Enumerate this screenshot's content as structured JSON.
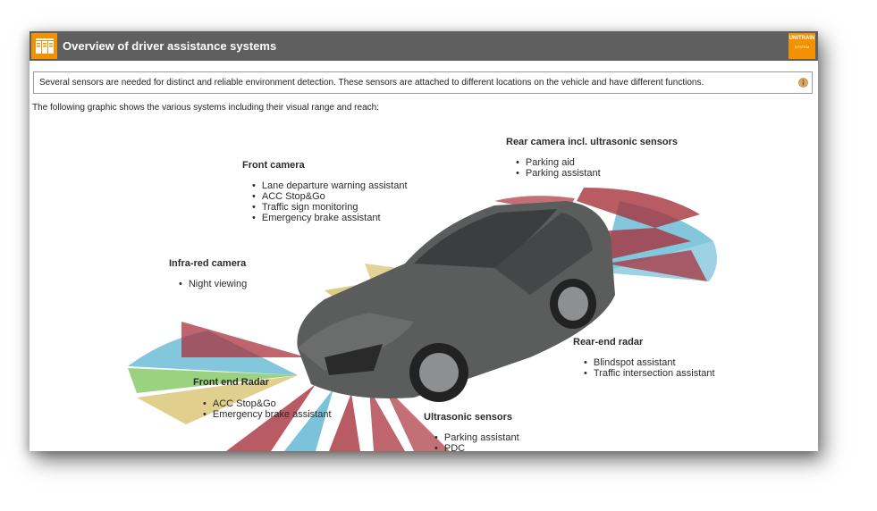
{
  "header": {
    "title": "Overview of driver assistance systems",
    "brand": "UNITRAIN",
    "brand_sub": "SYSTEM"
  },
  "info": {
    "text": "Several sensors are needed for distinct and reliable environment detection. These sensors are attached to different locations on the vehicle and have different functions."
  },
  "intro": "The following graphic shows the various systems including their visual range and reach:",
  "sensors": {
    "front_camera": {
      "title": "Front camera",
      "items": [
        "Lane departure warning assistant",
        "ACC Stop&Go",
        "Traffic sign monitoring",
        "Emergency brake assistant"
      ]
    },
    "rear_camera": {
      "title": "Rear camera incl. ultrasonic sensors",
      "items": [
        "Parking aid",
        "Parking assistant"
      ]
    },
    "infrared_camera": {
      "title": "Infra-red camera",
      "items": [
        "Night viewing"
      ]
    },
    "rear_radar": {
      "title": "Rear-end radar",
      "items": [
        "Blindspot assistant",
        "Traffic intersection assistant"
      ]
    },
    "front_radar": {
      "title": "Front end Radar",
      "items": [
        "ACC Stop&Go",
        "Emergency brake assistant"
      ]
    },
    "ultrasonic": {
      "title": "Ultrasonic sensors",
      "items": [
        "Parking assistant",
        "PDC"
      ]
    }
  },
  "colors": {
    "accent": "#f39200",
    "titlebar": "#5f5f5f",
    "radar_red": "#a8323c",
    "radar_blue": "#5ab4d2",
    "camera_yellow": "#c9a830",
    "car_body": "#5b5c5c"
  }
}
